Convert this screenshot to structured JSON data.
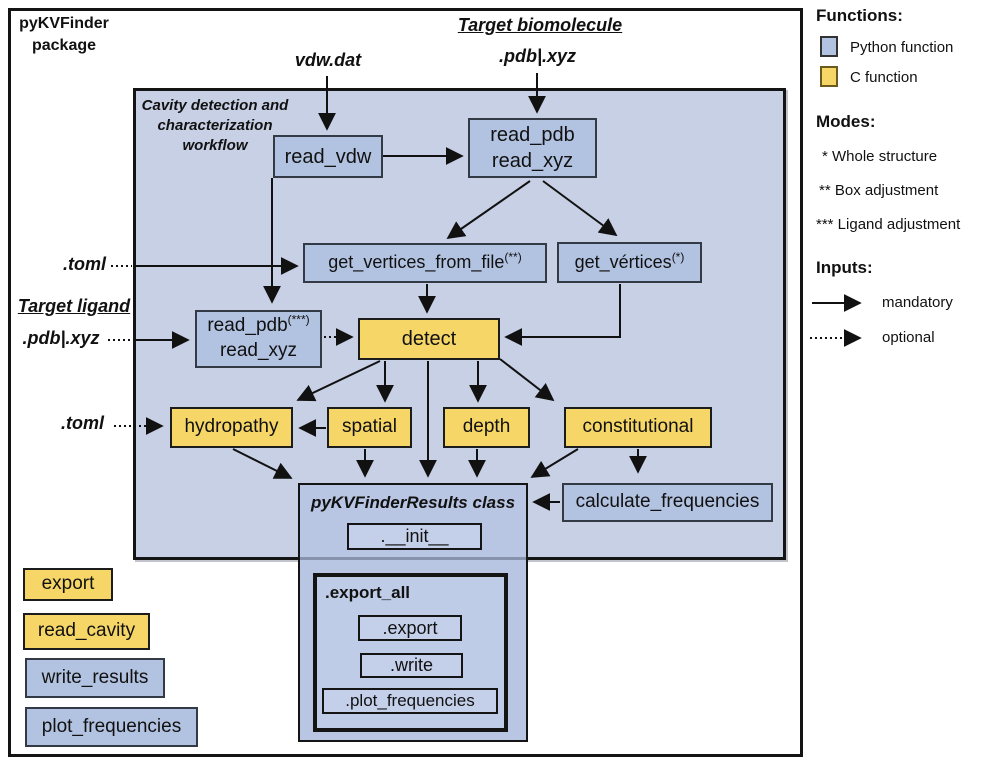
{
  "colors": {
    "python_function_fill": "#b2c2e1",
    "c_function_fill": "#f6d667",
    "workflow_background": "#c7d0e5",
    "border": "#141414"
  },
  "package": {
    "title_line1": "pyKVFinder",
    "title_line2": "package"
  },
  "workflow": {
    "label_line1": "Cavity detection and",
    "label_line2": "characterization",
    "label_line3": "workflow"
  },
  "inputs": {
    "vdw": "vdw.dat",
    "biomolecule_title": "Target biomolecule",
    "biomolecule_ext": ".pdb|.xyz",
    "toml1": ".toml",
    "ligand_title": "Target ligand",
    "ligand_ext": ".pdb|.xyz",
    "toml2": ".toml"
  },
  "nodes": {
    "read_vdw": "read_vdw",
    "read_pdb_xyz_line1": "read_pdb",
    "read_pdb_xyz_line2": "read_xyz",
    "get_vertices_from_file": "get_vertices_from_file",
    "get_vertices_from_file_sup": "(**)",
    "get_vertices": "get_vértices",
    "get_vertices_sup": "(*)",
    "read_pdb_ligand_line1": "read_pdb",
    "read_pdb_ligand_sup": "(***)",
    "read_pdb_ligand_line2": "read_xyz",
    "detect": "detect",
    "hydropathy": "hydropathy",
    "spatial": "spatial",
    "depth": "depth",
    "constitutional": "constitutional",
    "calculate_frequencies": "calculate_frequencies",
    "results_class_title": "pyKVFinderResults class",
    "init_method": ".__init__",
    "export_all": ".export_all",
    "export_method": ".export",
    "write_method": ".write",
    "plot_frequencies_method": ".plot_frequencies",
    "export_fn": "export",
    "read_cavity_fn": "read_cavity",
    "write_results_fn": "write_results",
    "plot_frequencies_fn": "plot_frequencies"
  },
  "legend": {
    "functions_title": "Functions:",
    "python_label": "Python function",
    "c_label": "C function",
    "modes_title": "Modes:",
    "mode1": "* Whole structure",
    "mode2": "** Box adjustment",
    "mode3": "*** Ligand adjustment",
    "inputs_title": "Inputs:",
    "mandatory": "mandatory",
    "optional": "optional"
  }
}
